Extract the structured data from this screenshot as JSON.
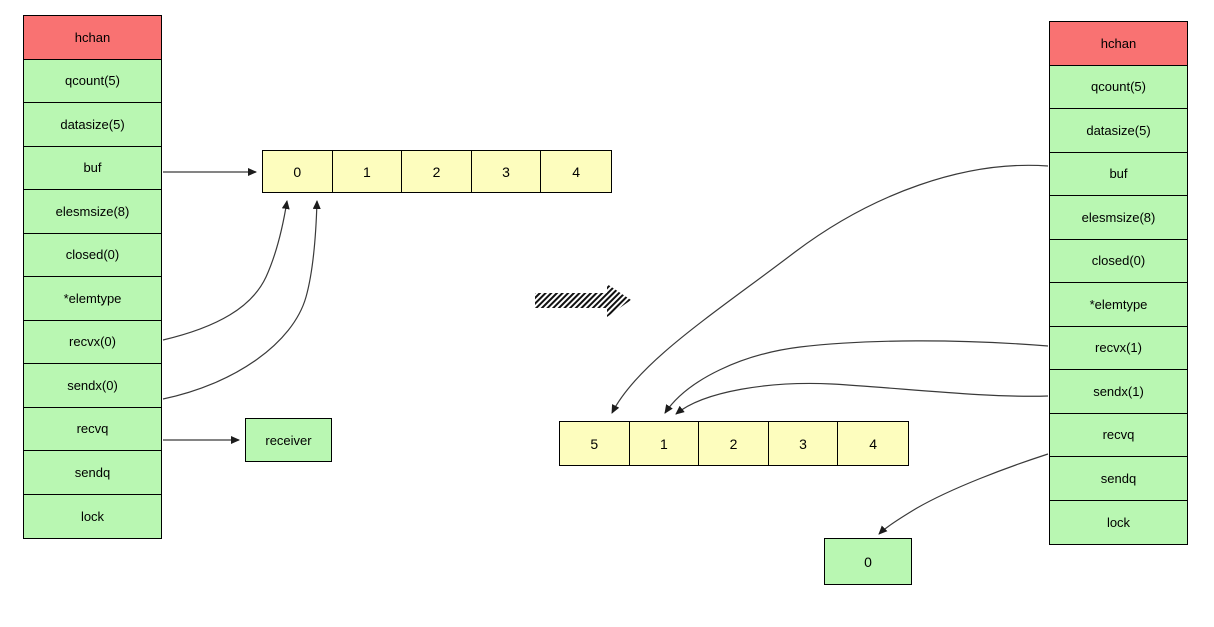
{
  "left_struct": {
    "header": "hchan",
    "fields": [
      "qcount(5)",
      "datasize(5)",
      "buf",
      "elesmsize(8)",
      "closed(0)",
      "*elemtype",
      "recvx(0)",
      "sendx(0)",
      "recvq",
      "sendq",
      "lock"
    ]
  },
  "right_struct": {
    "header": "hchan",
    "fields": [
      "qcount(5)",
      "datasize(5)",
      "buf",
      "elesmsize(8)",
      "closed(0)",
      "*elemtype",
      "recvx(1)",
      "sendx(1)",
      "recvq",
      "sendq",
      "lock"
    ]
  },
  "left_buffer": {
    "cells": [
      "0",
      "1",
      "2",
      "3",
      "4"
    ]
  },
  "right_buffer": {
    "cells": [
      "5",
      "1",
      "2",
      "3",
      "4"
    ]
  },
  "receiver_box": {
    "label": "receiver"
  },
  "received_value_box": {
    "label": "0"
  },
  "colors": {
    "struct_header": "#f97272",
    "struct_field": "#b9f7b2",
    "buffer_cell": "#fdfdbe",
    "arrow_line": "#3a3a3a"
  }
}
